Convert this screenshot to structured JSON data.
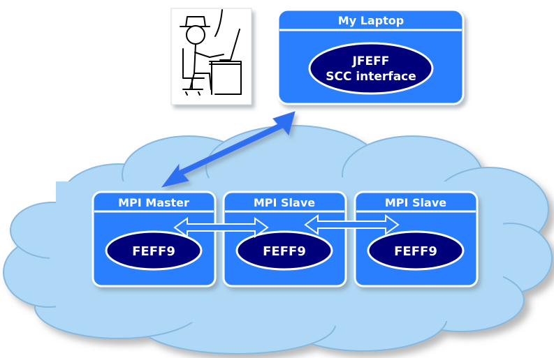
{
  "laptop": {
    "title": "My Laptop",
    "app_line1": "JFEFF",
    "app_line2": "SCC interface"
  },
  "cluster": {
    "nodes": [
      {
        "title": "MPI Master",
        "app": "FEFF9"
      },
      {
        "title": "MPI Slave",
        "app": "FEFF9"
      },
      {
        "title": "MPI Slave",
        "app": "FEFF9"
      }
    ]
  },
  "colors": {
    "box_fill": "#2a7fff",
    "box_header": "#1f6fef",
    "box_border": "#ffffff",
    "ellipse_fill": "#00007a",
    "cloud_fill": "#aed8f5",
    "cloud_stroke": "#8fbfe3",
    "arrow_blue": "#2a6ff0",
    "arrow_outline": "#5a5fe0"
  },
  "icons": {
    "user": "user-at-computer-sketch-icon",
    "link": "double-headed-arrow-icon"
  }
}
